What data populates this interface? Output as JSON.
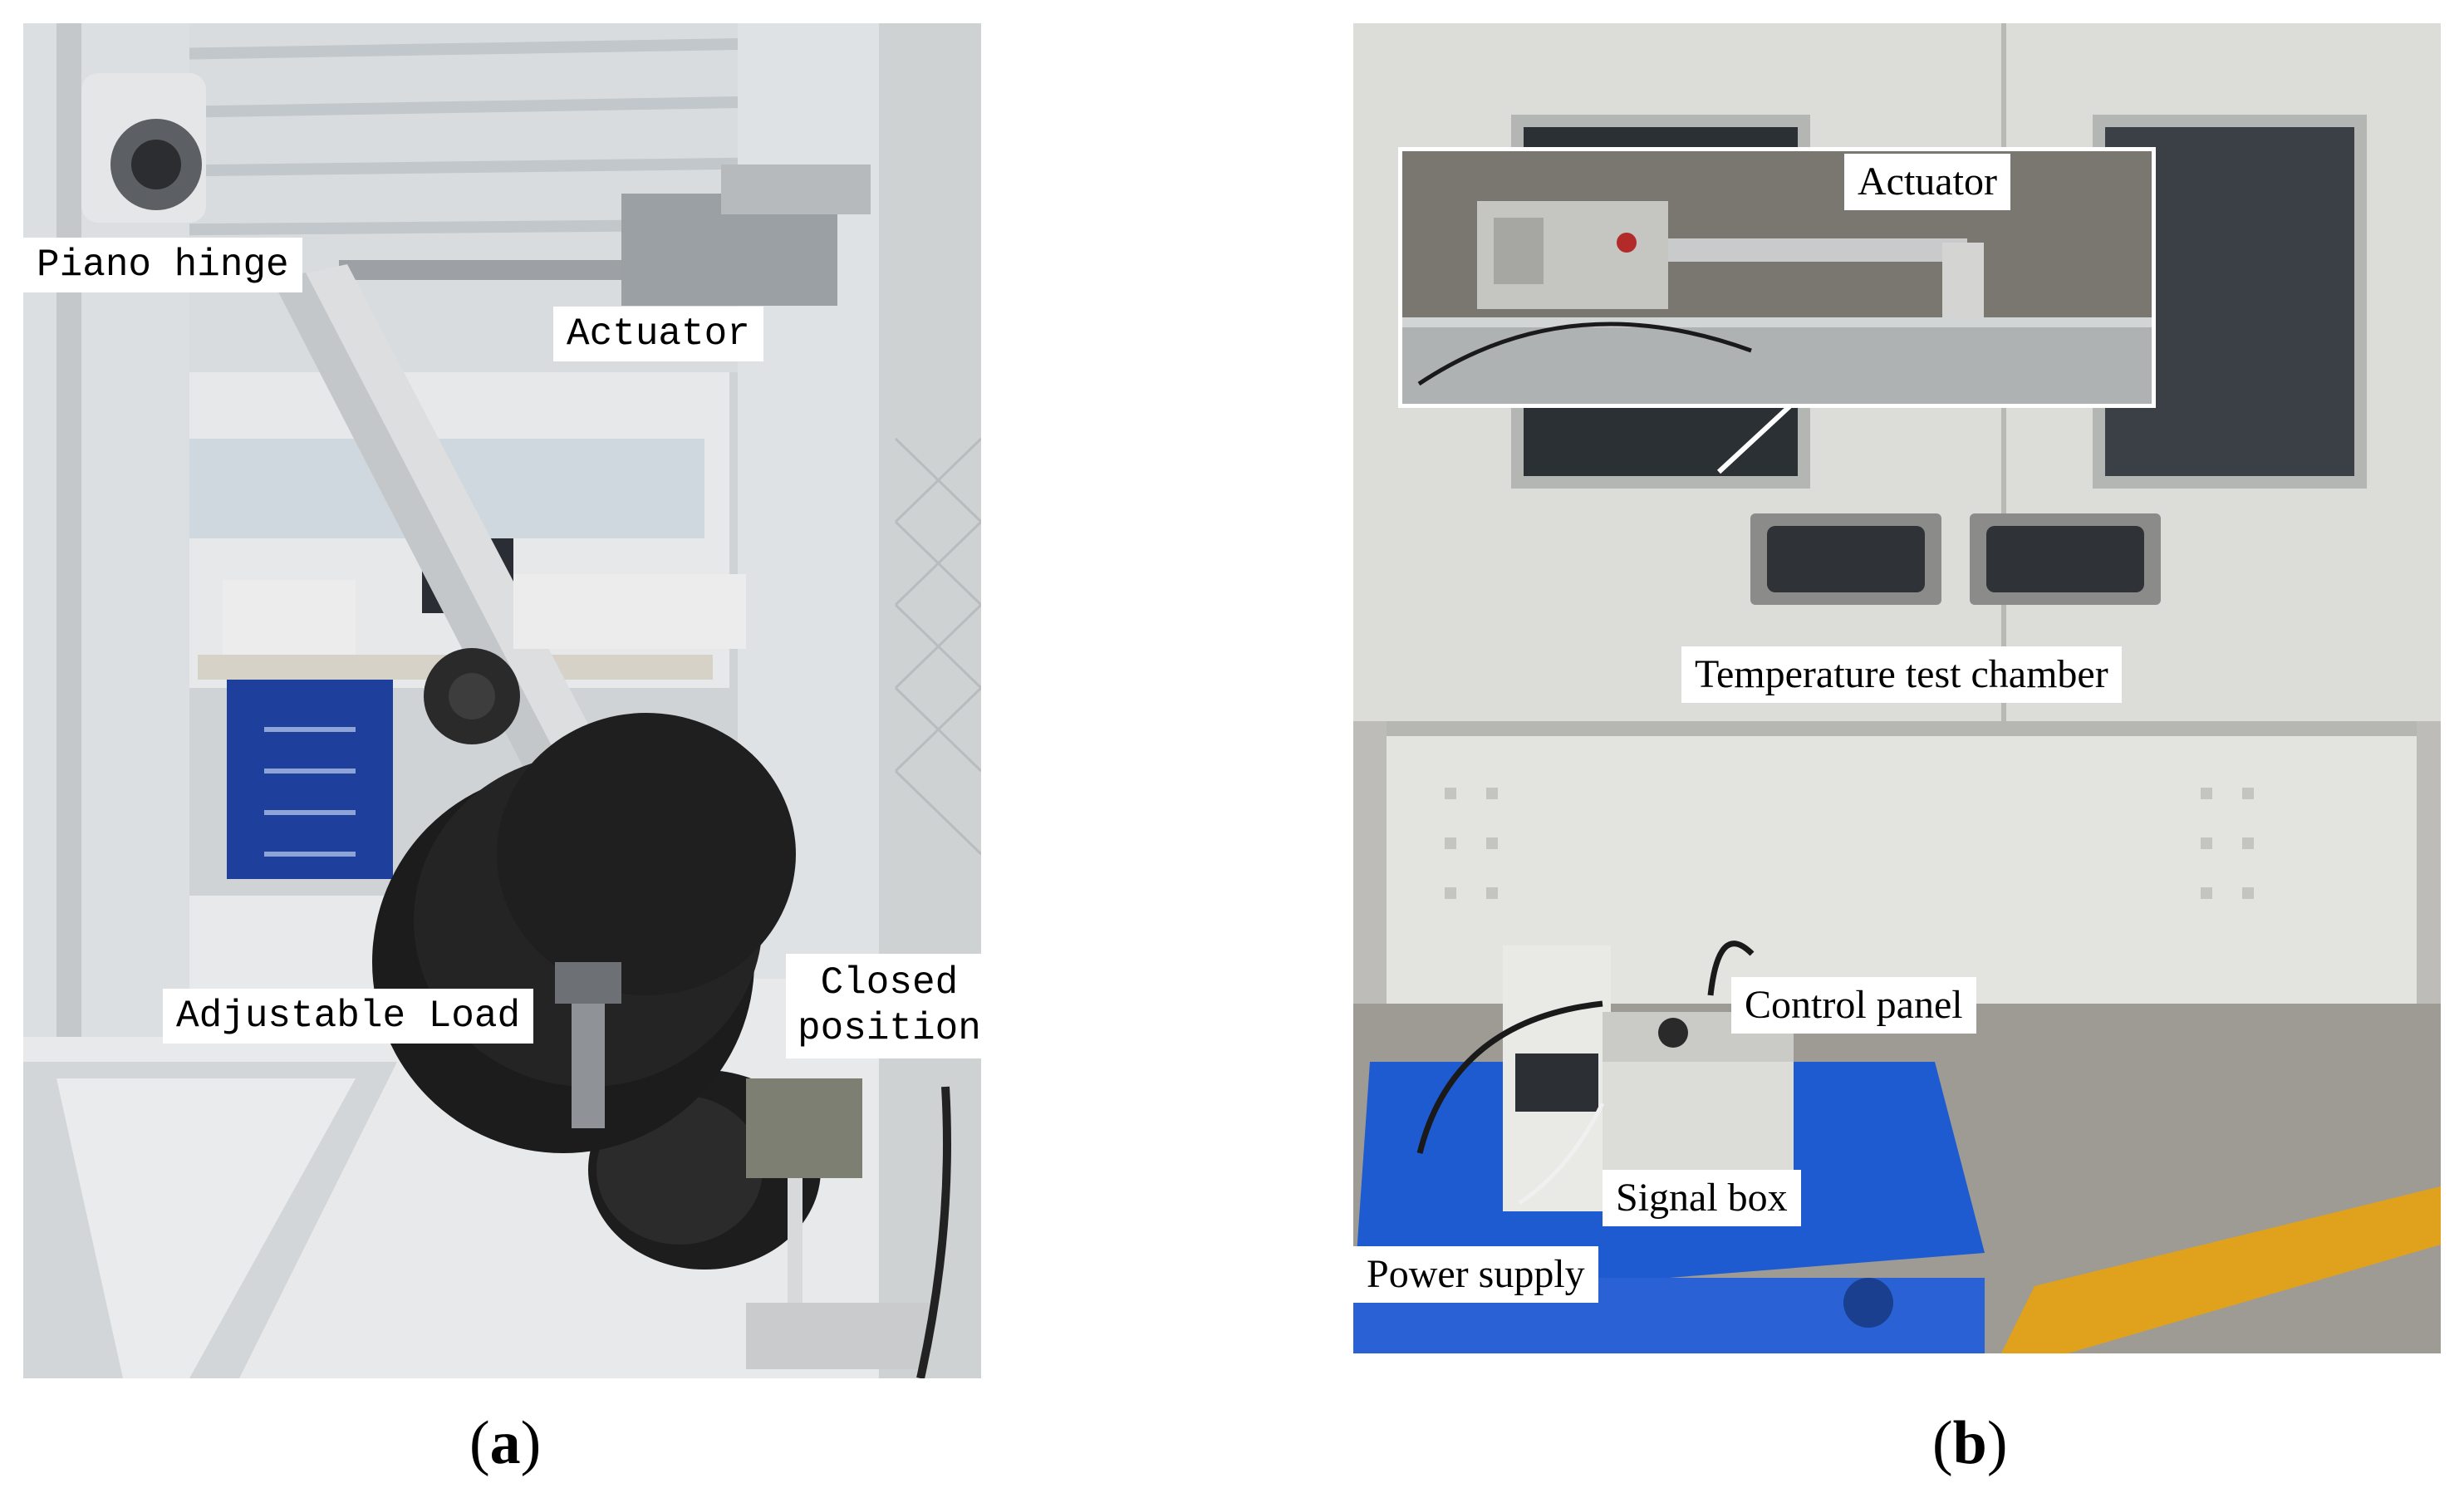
{
  "panel_a": {
    "labels": {
      "piano_hinge": "Piano hinge",
      "actuator": "Actuator",
      "adjustable_load": "Adjustable Load",
      "closed_position_line1": "Closed",
      "closed_position_line2": "position"
    },
    "caption_open": "(",
    "caption_letter": "a",
    "caption_close": ")"
  },
  "panel_b": {
    "labels": {
      "actuator": "Actuator",
      "temperature_test_chamber": "Temperature test chamber",
      "control_panel": "Control panel",
      "signal_box": "Signal box",
      "power_supply": "Power supply"
    },
    "caption_open": "(",
    "caption_letter": "b",
    "caption_close": ")"
  },
  "colors": {
    "label_bg": "#ffffff",
    "label_text": "#000000",
    "weight_black": "#1c1c1c",
    "frame_gray": "#dcdfe1",
    "cabinet_blue": "#1f3f9c",
    "cart_blue": "#1e5bd0",
    "floor_yellow": "#e0a21c"
  }
}
